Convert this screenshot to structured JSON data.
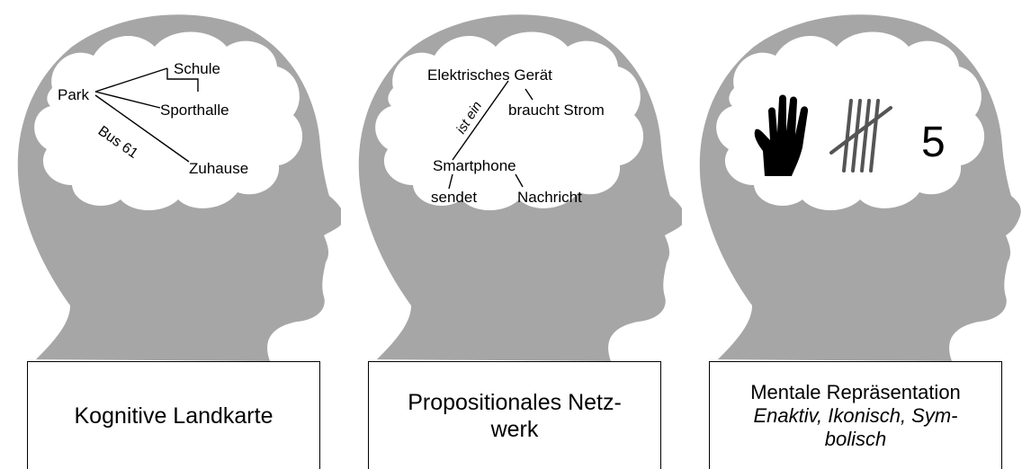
{
  "panels": [
    {
      "caption": "Kognitive Landkarte",
      "nodes": {
        "park": "Park",
        "schule": "Schule",
        "sporthalle": "Sporthalle",
        "zuhause": "Zuhause"
      },
      "edge_label": "Bus 61"
    },
    {
      "caption_line1": "Propositionales Netz-",
      "caption_line2": "werk",
      "nodes": {
        "geraet": "Elektrisches Gerät",
        "strom": "braucht Strom",
        "smartphone": "Smartphone",
        "sendet": "sendet",
        "nachricht": "Nachricht"
      },
      "edge_label": "ist ein"
    },
    {
      "caption_line1": "Mentale Repräsentation",
      "caption_line2": "Enaktiv, Ikonisch, Sym-",
      "caption_line3": "bolisch",
      "symbol": "5",
      "icons": [
        "hand-icon",
        "tally-marks-icon"
      ]
    }
  ],
  "colors": {
    "head": "#a6a6a6",
    "cloud": "#ffffff",
    "text": "#000000"
  }
}
